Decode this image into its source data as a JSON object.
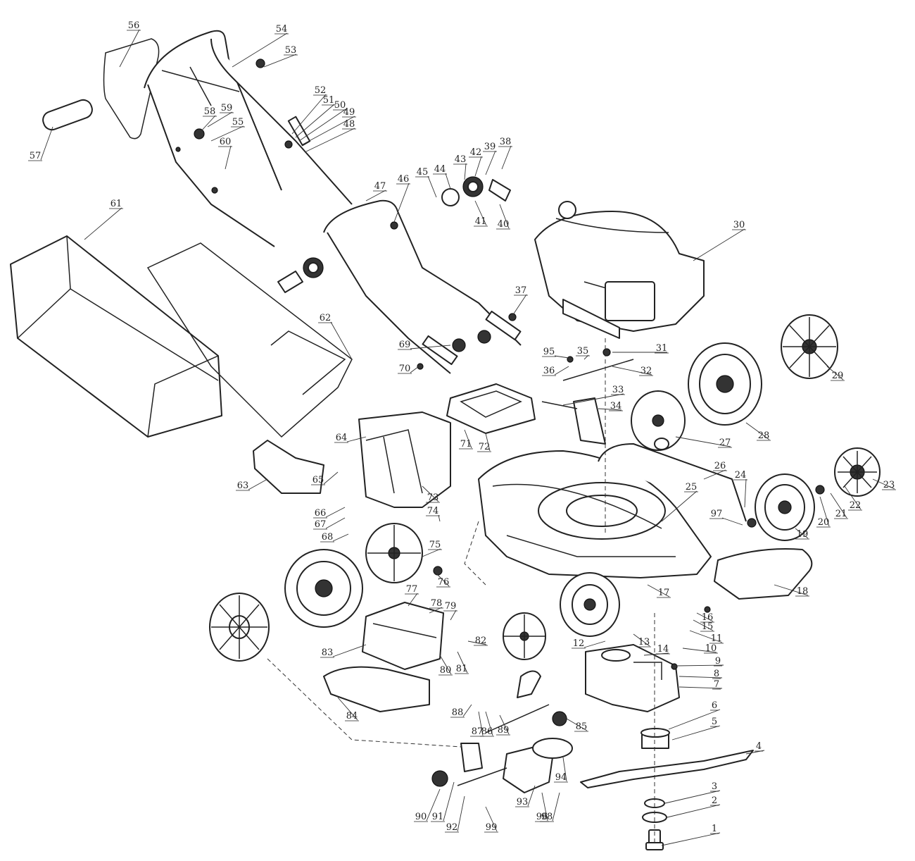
{
  "colors": {
    "line": "#222222",
    "background": "#ffffff"
  },
  "callouts": [
    {
      "label": "56"
    },
    {
      "label": "54"
    },
    {
      "label": "53"
    },
    {
      "label": "57"
    },
    {
      "label": "58"
    },
    {
      "label": "59"
    },
    {
      "label": "55"
    },
    {
      "label": "60"
    },
    {
      "label": "52"
    },
    {
      "label": "51"
    },
    {
      "label": "50"
    },
    {
      "label": "49"
    },
    {
      "label": "48"
    },
    {
      "label": "38"
    },
    {
      "label": "39"
    },
    {
      "label": "42"
    },
    {
      "label": "43"
    },
    {
      "label": "44"
    },
    {
      "label": "45"
    },
    {
      "label": "46"
    },
    {
      "label": "47"
    },
    {
      "label": "41"
    },
    {
      "label": "40"
    },
    {
      "label": "61"
    },
    {
      "label": "30"
    },
    {
      "label": "62"
    },
    {
      "label": "37"
    },
    {
      "label": "69"
    },
    {
      "label": "70"
    },
    {
      "label": "95"
    },
    {
      "label": "35"
    },
    {
      "label": "36"
    },
    {
      "label": "31"
    },
    {
      "label": "32"
    },
    {
      "label": "33"
    },
    {
      "label": "34"
    },
    {
      "label": "29"
    },
    {
      "label": "28"
    },
    {
      "label": "27"
    },
    {
      "label": "71"
    },
    {
      "label": "72"
    },
    {
      "label": "64"
    },
    {
      "label": "63"
    },
    {
      "label": "65"
    },
    {
      "label": "26"
    },
    {
      "label": "25"
    },
    {
      "label": "24"
    },
    {
      "label": "23"
    },
    {
      "label": "22"
    },
    {
      "label": "21"
    },
    {
      "label": "20"
    },
    {
      "label": "19"
    },
    {
      "label": "97"
    },
    {
      "label": "66"
    },
    {
      "label": "67"
    },
    {
      "label": "68"
    },
    {
      "label": "73"
    },
    {
      "label": "74"
    },
    {
      "label": "75"
    },
    {
      "label": "76"
    },
    {
      "label": "18"
    },
    {
      "label": "17"
    },
    {
      "label": "16"
    },
    {
      "label": "15"
    },
    {
      "label": "11"
    },
    {
      "label": "77"
    },
    {
      "label": "78"
    },
    {
      "label": "79"
    },
    {
      "label": "12"
    },
    {
      "label": "13"
    },
    {
      "label": "14"
    },
    {
      "label": "10"
    },
    {
      "label": "9"
    },
    {
      "label": "8"
    },
    {
      "label": "7"
    },
    {
      "label": "83"
    },
    {
      "label": "80"
    },
    {
      "label": "81"
    },
    {
      "label": "82"
    },
    {
      "label": "84"
    },
    {
      "label": "88"
    },
    {
      "label": "87"
    },
    {
      "label": "86"
    },
    {
      "label": "89"
    },
    {
      "label": "85"
    },
    {
      "label": "6"
    },
    {
      "label": "5"
    },
    {
      "label": "4"
    },
    {
      "label": "94"
    },
    {
      "label": "90"
    },
    {
      "label": "91"
    },
    {
      "label": "92"
    },
    {
      "label": "99"
    },
    {
      "label": "93"
    },
    {
      "label": "96"
    },
    {
      "label": "98"
    },
    {
      "label": "3"
    },
    {
      "label": "2"
    },
    {
      "label": "1"
    }
  ]
}
